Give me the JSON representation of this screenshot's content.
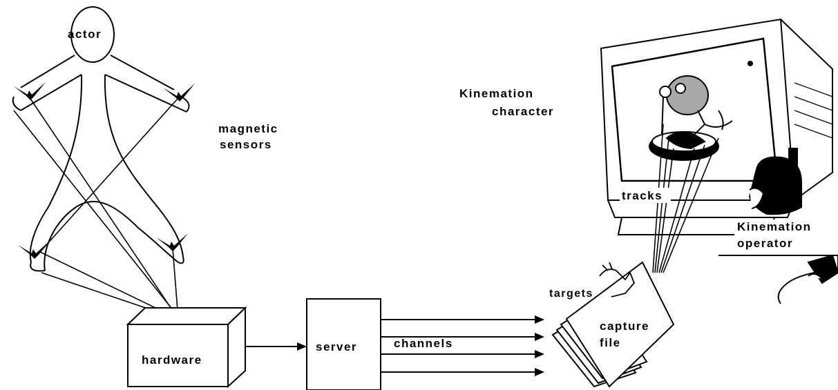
{
  "labels": {
    "actor": "actor",
    "magnetic_sensors_line1": "magnetic",
    "magnetic_sensors_line2": "sensors",
    "hardware": "hardware",
    "server": "server",
    "channels": "channels",
    "kinemation_character_line1": "Kinemation",
    "kinemation_character_line2": "character",
    "tracks": "tracks",
    "kinemation_operator_line1": "Kinemation",
    "kinemation_operator_line2": "operator",
    "targets": "targets",
    "capture_file_line1": "capture",
    "capture_file_line2": "file"
  },
  "colors": {
    "ink": "#000000",
    "paper": "#ffffff",
    "screen_gray": "#a8a8a8"
  }
}
